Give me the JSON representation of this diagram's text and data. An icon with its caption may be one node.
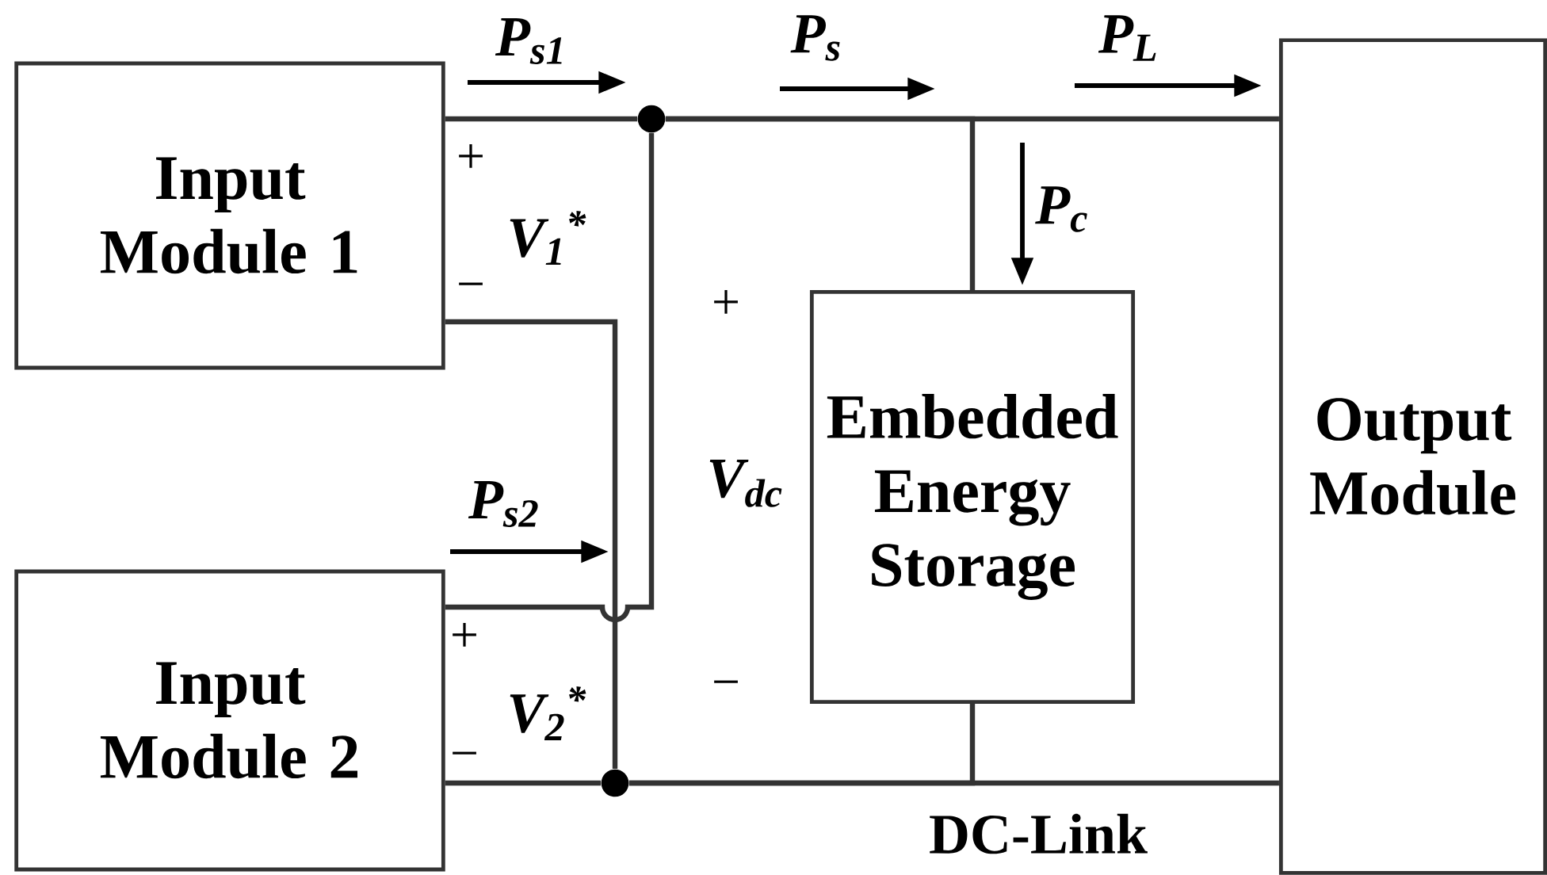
{
  "diagram": {
    "nodes": [
      {
        "text": [
          "Input Module 1"
        ]
      },
      {
        "text": [
          "Input Module 2"
        ]
      },
      {
        "text": [
          "Embedded Energy Storage"
        ]
      },
      {
        "text": [
          "Output Module"
        ]
      },
      {
        "text": [],
        "shape": "circle"
      },
      {
        "text": [],
        "shape": "circle"
      }
    ],
    "edges": [
      {
        "from": 0,
        "to": 4,
        "arrow": "none"
      },
      {
        "from": 0,
        "to": 5,
        "arrow": "none"
      },
      {
        "from": 1,
        "to": 4,
        "arrow": "none"
      },
      {
        "from": 1,
        "to": 5,
        "arrow": "none"
      },
      {
        "from": 4,
        "to": 3,
        "arrow": "none"
      },
      {
        "from": 4,
        "to": 2,
        "arrow": "none"
      },
      {
        "from": 5,
        "to": 3,
        "arrow": "none"
      },
      {
        "from": 5,
        "to": 2,
        "arrow": "none"
      }
    ],
    "labels": [
      "P$_{s1}$",
      "P$_{s}$",
      "P$_{L}$",
      "+",
      "V$_{1}$$^{*}$",
      "P$_{c}$",
      "−",
      "+",
      "V$_{dc}$",
      "P$_{s2}$",
      "+",
      "V$_{2}$$^{*}$",
      "−",
      "−",
      "DC-Link"
    ]
  }
}
